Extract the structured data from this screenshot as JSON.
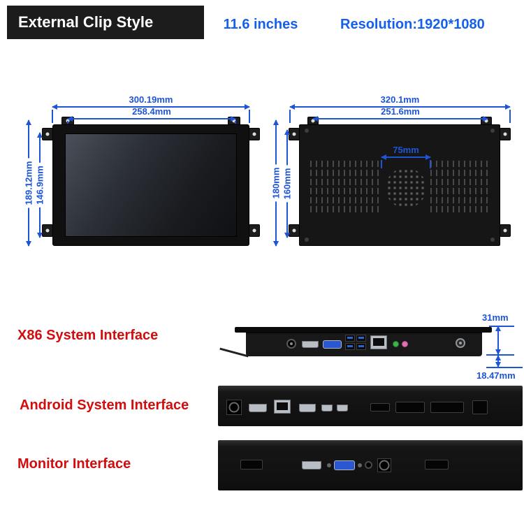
{
  "header": {
    "title": "External Clip Style",
    "size_label": "11.6 inches",
    "resolution_label": "Resolution:1920*1080"
  },
  "front_view": {
    "dim_outer_width": "300.19mm",
    "dim_inner_width": "258.4mm",
    "dim_outer_height": "189.12mm",
    "dim_inner_height": "146.9mm"
  },
  "back_view": {
    "dim_outer_width": "320.1mm",
    "dim_inner_width": "251.6mm",
    "dim_speaker_width": "75mm",
    "dim_outer_height": "180mm",
    "dim_inner_height": "160mm"
  },
  "interfaces": {
    "x86": {
      "label": "X86 System Interface",
      "dim_total_thickness": "31mm",
      "dim_panel_thickness": "18.47mm",
      "ports": [
        "dc-power-jack",
        "hdmi-port",
        "vga-port",
        "usb-port",
        "usb-port",
        "usb-port",
        "usb-port",
        "ethernet-port",
        "audio-out-jack",
        "mic-in-jack",
        "power-button",
        "antenna"
      ]
    },
    "android": {
      "label": "Android System Interface",
      "ports": [
        "dc-power-jack",
        "hdmi-port",
        "ethernet-port",
        "displayport",
        "mini-hdmi-port",
        "mini-hdmi-port"
      ]
    },
    "monitor": {
      "label": "Monitor Interface",
      "ports": [
        "hdmi-port",
        "vga-port",
        "audio-jack",
        "dc-power-jack"
      ]
    }
  },
  "colors": {
    "dimension_blue": "#1d55d6",
    "header_blue": "#1560ea",
    "label_red": "#d20d0d",
    "device_black": "#121212",
    "vga_blue": "#2a57cf"
  }
}
